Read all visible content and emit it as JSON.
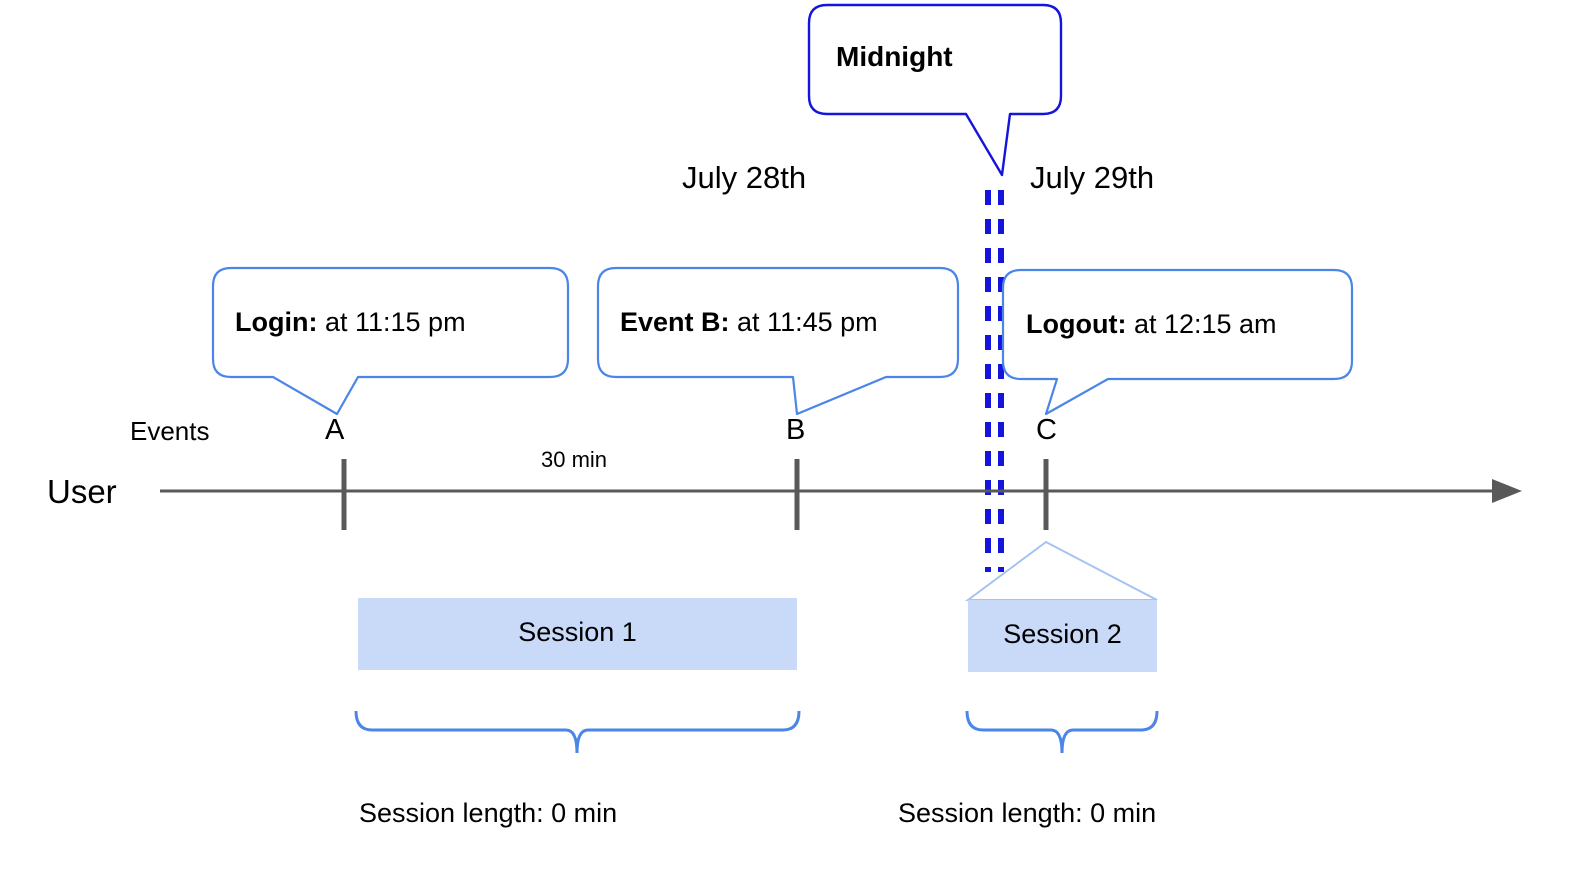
{
  "diagram": {
    "title_callout": {
      "label": "Midnight",
      "border_color": "#1414dc"
    },
    "dates": [
      {
        "label": "July 28th"
      },
      {
        "label": "July 29th"
      }
    ],
    "axis": {
      "row_label": "User",
      "events_label": "Events",
      "line_color": "#595959",
      "arrow": "arrow-right"
    },
    "event_callouts": [
      {
        "bold": "Login:",
        "rest": " at 11:15 pm",
        "point": "A",
        "border_color": "#4a86e8"
      },
      {
        "bold": "Event B:",
        "rest": " at 11:45 pm",
        "point": "B",
        "border_color": "#4a86e8"
      },
      {
        "bold": "Logout:",
        "rest": " at 12:15 am",
        "point": "C",
        "border_color": "#4a86e8"
      }
    ],
    "gap_label": "30 min",
    "sessions": [
      {
        "label": "Session 1",
        "length_label": "Session length: 0 min",
        "fill_color": "#c9daf8"
      },
      {
        "label": "Session 2",
        "length_label": "Session length: 0 min",
        "fill_color": "#c9daf8"
      }
    ],
    "midnight_divider": {
      "name": "midnight-dashed-lines",
      "color": "#1414dc"
    }
  }
}
